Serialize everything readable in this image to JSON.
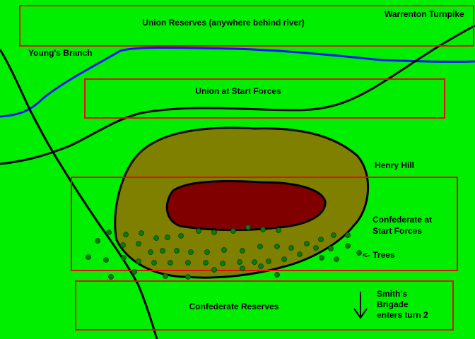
{
  "colors": {
    "background": "#00ee00",
    "river": "#1010ff",
    "road": "#000000",
    "hill": "#808000",
    "hill_top": "#800000",
    "zone_border": "#e01010",
    "trees": "#0a7a0a"
  },
  "labels": {
    "union_reserves": "Union Reserves (anywhere behind river)",
    "warrenton_turnpike": "Warrenton Turnpike",
    "youngs_branch": "Young's Branch",
    "union_start": "Union at Start Forces",
    "henry_hill": "Henry Hill",
    "confederate_start_line1": "Confederate at",
    "confederate_start_line2": "Start Forces",
    "trees": "<- Trees",
    "confederate_reserves": "Confederate Reserves",
    "smiths_line1": "Smith's",
    "smiths_line2": "Brigade",
    "smiths_line3": "enters turn 2"
  },
  "icons": {
    "arrow": "down-arrow-icon",
    "tree": "tree-icon"
  }
}
